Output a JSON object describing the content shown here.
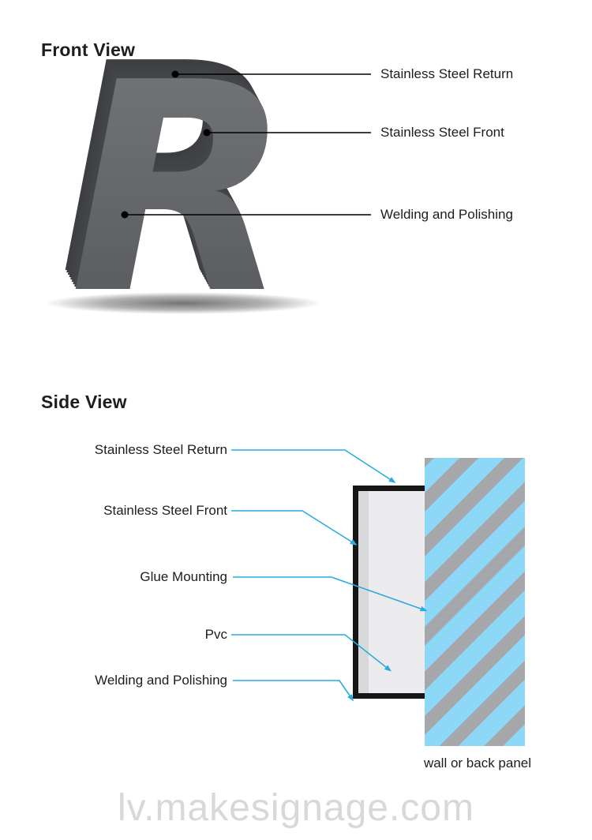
{
  "front_view": {
    "title": "Front View",
    "letter": "R",
    "labels": [
      "Stainless Steel Return",
      "Stainless Steel Front",
      "Welding and Polishing"
    ]
  },
  "side_view": {
    "title": "Side View",
    "labels": [
      "Stainless Steel Return",
      "Stainless Steel Front",
      "Glue Mounting",
      "Pvc",
      "Welding and Polishing"
    ],
    "wall_caption": "wall or back panel"
  },
  "watermark": "lv.makesignage.com",
  "colors": {
    "front_callout_line": "#000000",
    "side_callout_line": "#29abe2",
    "wall_blue": "#8ed8f7",
    "wall_stripe_gray": "#a5a7aa",
    "letter_front_gray": "#696a6e",
    "letter_return_dark": "#3d3f42",
    "section_outline_black": "#161616",
    "pvc_fill": "#ececee",
    "watermark_gray": "#d8d8d8"
  }
}
